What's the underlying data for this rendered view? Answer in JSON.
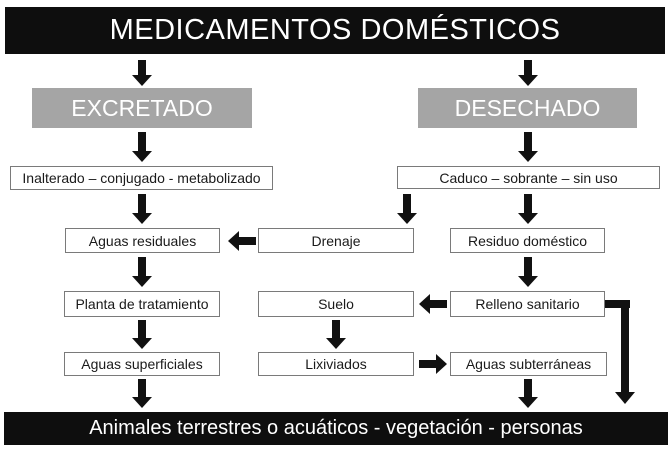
{
  "title": "MEDICAMENTOS DOMÉSTICOS",
  "footer": "Animales terrestres o acuáticos - vegetación - personas",
  "branches": {
    "excretado": "EXCRETADO",
    "desechado": "DESECHADO"
  },
  "nodes": {
    "inalterado": "Inalterado – conjugado - metabolizado",
    "caduco": "Caduco – sobrante – sin uso",
    "aguas_residuales": "Aguas residuales",
    "drenaje": "Drenaje",
    "residuo_domestico": "Residuo doméstico",
    "planta_tratamiento": "Planta de tratamiento",
    "suelo": "Suelo",
    "relleno_sanitario": "Relleno sanitario",
    "aguas_superficiales": "Aguas superficiales",
    "lixiviados": "Lixiviados",
    "aguas_subterraneas": "Aguas subterráneas"
  },
  "connections": [
    {
      "from": "title",
      "to": "excretado"
    },
    {
      "from": "title",
      "to": "desechado"
    },
    {
      "from": "excretado",
      "to": "inalterado"
    },
    {
      "from": "desechado",
      "to": "caduco"
    },
    {
      "from": "inalterado",
      "to": "aguas_residuales"
    },
    {
      "from": "caduco",
      "to": "drenaje"
    },
    {
      "from": "caduco",
      "to": "residuo_domestico"
    },
    {
      "from": "drenaje",
      "to": "aguas_residuales"
    },
    {
      "from": "aguas_residuales",
      "to": "planta_tratamiento"
    },
    {
      "from": "residuo_domestico",
      "to": "relleno_sanitario"
    },
    {
      "from": "relleno_sanitario",
      "to": "suelo"
    },
    {
      "from": "relleno_sanitario",
      "to": "footer"
    },
    {
      "from": "planta_tratamiento",
      "to": "aguas_superficiales"
    },
    {
      "from": "suelo",
      "to": "lixiviados"
    },
    {
      "from": "lixiviados",
      "to": "aguas_subterraneas"
    },
    {
      "from": "aguas_superficiales",
      "to": "footer"
    },
    {
      "from": "aguas_subterraneas",
      "to": "footer"
    }
  ],
  "colors": {
    "banner_bg": "#0e0e0e",
    "banner_text": "#ffffff",
    "branch_bg": "#a5a5a5",
    "branch_text": "#ffffff",
    "node_border": "#7a7a7a",
    "node_text": "#1a1a1a",
    "arrow": "#111111"
  }
}
